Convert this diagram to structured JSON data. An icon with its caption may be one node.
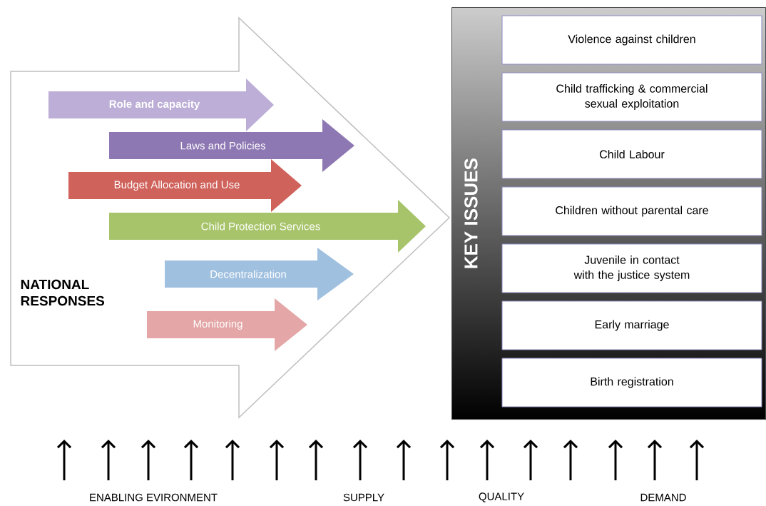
{
  "diagram": {
    "nodes": [
      {
        "text": [
          "NATIONAL RESPONSES"
        ]
      },
      {
        "text": [
          "Role and capacity"
        ],
        "in": 0
      },
      {
        "text": [
          "Laws and Policies"
        ],
        "in": 0
      },
      {
        "text": [
          "Budget Allocation and Use"
        ],
        "in": 0
      },
      {
        "text": [
          "Child Protection Services"
        ],
        "in": 0
      },
      {
        "text": [
          "Decentralization"
        ],
        "in": 0
      },
      {
        "text": [
          "Monitoring"
        ],
        "in": 0
      },
      {
        "text": [
          "KEY ISSUES"
        ]
      },
      {
        "text": [
          "Violence against children"
        ],
        "in": 7
      },
      {
        "text": [
          "Child trafficking & commercial sexual exploitation"
        ],
        "in": 7
      },
      {
        "text": [
          "Child Labour"
        ],
        "in": 7
      },
      {
        "text": [
          "Children without parental care"
        ],
        "in": 7
      },
      {
        "text": [
          "Juvenile in contact with the justice system"
        ],
        "in": 7
      },
      {
        "text": [
          "Early marriage"
        ],
        "in": 7
      },
      {
        "text": [
          "Birth registration"
        ],
        "in": 7
      }
    ],
    "labels": [
      "ENABLING EVIRONMENT",
      "SUPPLY",
      "QUALITY",
      "DEMAND"
    ]
  }
}
